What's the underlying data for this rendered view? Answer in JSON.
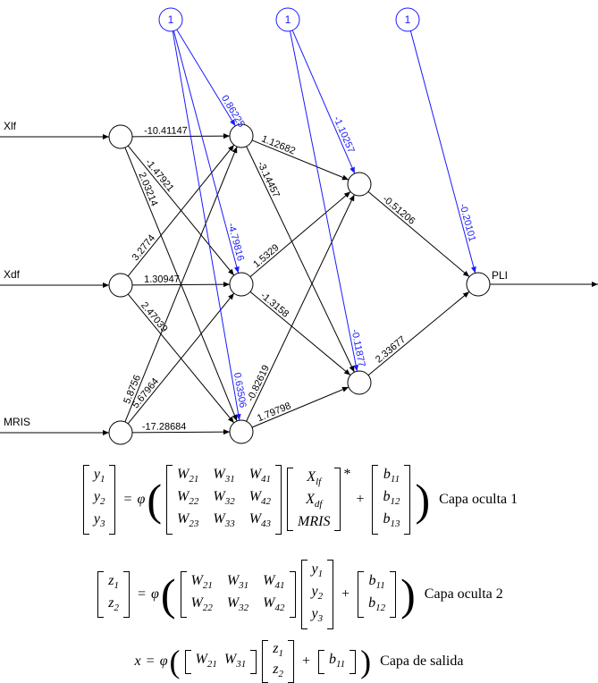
{
  "network": {
    "inputs": [
      "Xlf",
      "Xdf",
      "MRIS"
    ],
    "output": "PLI",
    "bias_label": "1",
    "weights_input_h1": [
      [
        "-10.41147",
        "-1.47921",
        "2.03214"
      ],
      [
        "3.2774",
        "1.30947",
        "2.47039"
      ],
      [
        "5.8756",
        "5.67964",
        "-17.28684"
      ]
    ],
    "bias_h1": [
      "0.86225",
      "-4.79816",
      "0.63506"
    ],
    "weights_h1_h2": [
      [
        "1.12682",
        "-3.14457"
      ],
      [
        "1.5329",
        "-1.3158"
      ],
      [
        "-0.82619",
        "1.79798"
      ]
    ],
    "bias_h2": [
      "-1.10257",
      "-0.11877"
    ],
    "weights_h2_out": [
      "-0.51206",
      "2.33677"
    ],
    "bias_out": "-0.20101"
  },
  "equations": {
    "eq1": {
      "y": [
        "y1",
        "y2",
        "y3"
      ],
      "W": [
        [
          "W21",
          "W31",
          "W41"
        ],
        [
          "W22",
          "W32",
          "W42"
        ],
        [
          "W23",
          "W33",
          "W43"
        ]
      ],
      "X": [
        "Xlf",
        "Xdf",
        "MRIS"
      ],
      "b": [
        "b11",
        "b12",
        "b13"
      ],
      "caption": "Capa oculta 1"
    },
    "eq2": {
      "z": [
        "z1",
        "z2"
      ],
      "W": [
        [
          "W21",
          "W31",
          "W41"
        ],
        [
          "W22",
          "W32",
          "W42"
        ]
      ],
      "y": [
        "y1",
        "y2",
        "y3"
      ],
      "b": [
        "b11",
        "b12"
      ],
      "caption": "Capa oculta 2"
    },
    "eq3": {
      "x": "x",
      "W": [
        "W21",
        "W31"
      ],
      "z": [
        "z1",
        "z2"
      ],
      "b": [
        "b11"
      ],
      "caption": "Capa de salida"
    }
  }
}
